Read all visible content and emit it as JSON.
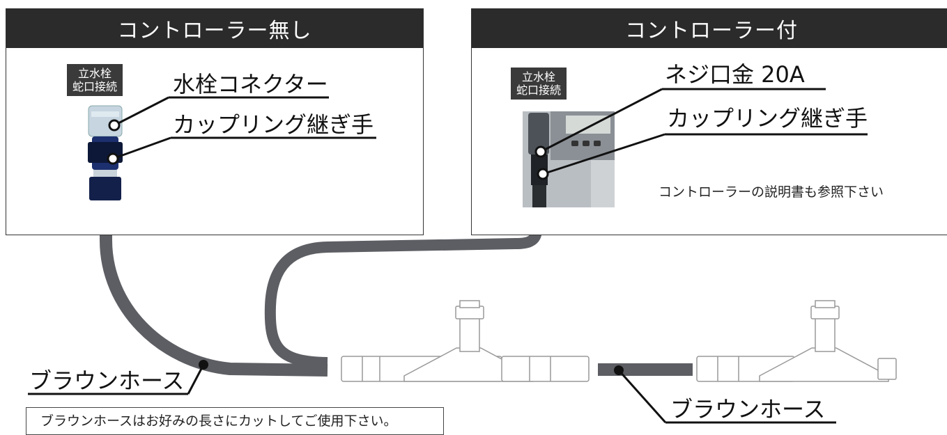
{
  "left_panel": {
    "title": "コントローラー無し",
    "tag_line1": "立水栓",
    "tag_line2": "蛇口接続",
    "callouts": [
      "水栓コネクター",
      "カップリング継ぎ手"
    ]
  },
  "right_panel": {
    "title": "コントローラー付",
    "tag_line1": "立水栓",
    "tag_line2": "蛇口接続",
    "callouts": [
      "ネジ口金 20A",
      "カップリング継ぎ手"
    ],
    "note": "コントローラーの説明書も参照下さい"
  },
  "hose_label_left": "ブラウンホース",
  "hose_label_right": "ブラウンホース",
  "hose_note": "ブラウンホースはお好みの長さにカットしてご使用下さい。",
  "colors": {
    "header_bg": "#2b2b2b",
    "hose": "#5d5e63",
    "tag_bg": "#3a3a3a"
  }
}
